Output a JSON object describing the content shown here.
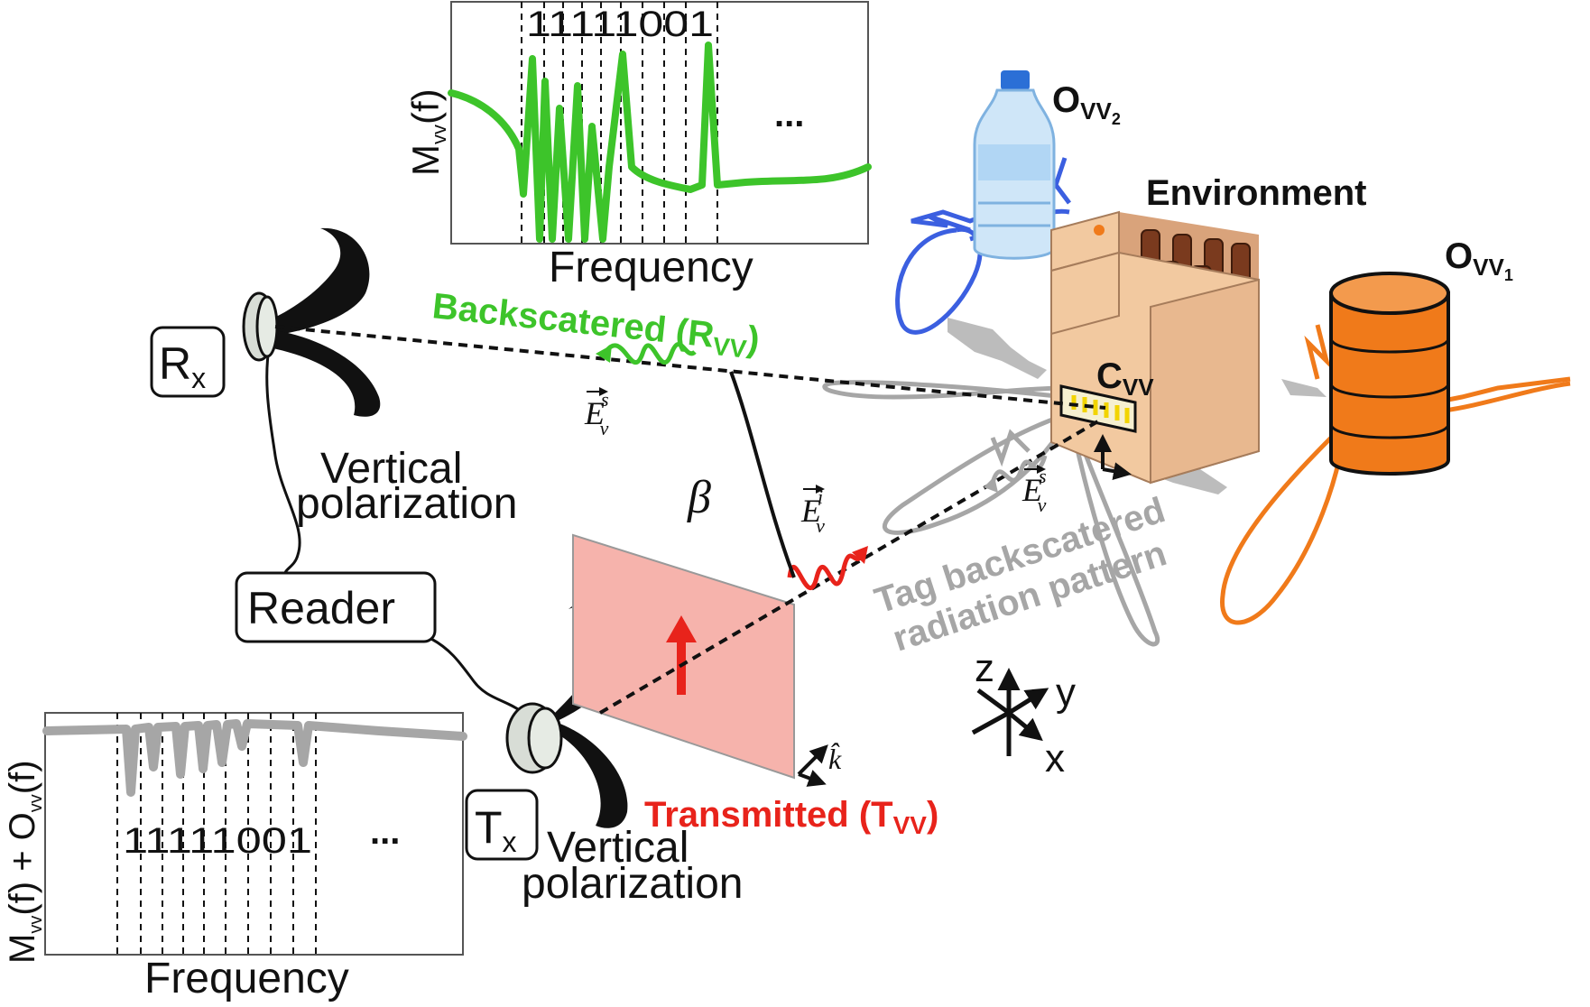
{
  "top_plot": {
    "ylabel": "M",
    "ylabel_sub": "vv",
    "ylabel_tail": "(f)",
    "xlabel": "Frequency",
    "bits": "11111001",
    "ellipsis": "..."
  },
  "bottom_plot": {
    "ylabel": "M",
    "ylabel_sub": "vv",
    "ylabel_mid": "(f) + O",
    "ylabel_sub2": "vv",
    "ylabel_tail": "(f)",
    "xlabel": "Frequency",
    "bits": "11111001",
    "ellipsis": "..."
  },
  "labels": {
    "rx_main": "R",
    "rx_sub": "x",
    "tx_main": "T",
    "tx_sub": "x",
    "reader": "Reader",
    "rx_polarization_line1": "Vertical",
    "rx_polarization_line2": "polarization",
    "tx_polarization_line1": "Vertical",
    "tx_polarization_line2": "polarization",
    "backscattered": "Backscatered (R",
    "backscattered_sub": "VV",
    "backscattered_close": ")",
    "transmitted": "Transmitted (T",
    "transmitted_sub": "VV",
    "transmitted_close": ")",
    "environment": "Environment",
    "ovv2_main": "O",
    "ovv2_sub": "VV",
    "ovv2_subsub": "2",
    "ovv1_main": "O",
    "ovv1_sub": "VV",
    "ovv1_subsub": "1",
    "cvv_main": "C",
    "cvv_sub": "VV",
    "tag_pattern_line1": "Tag backscatered",
    "tag_pattern_line2": "radiation pattern",
    "beta": "β",
    "e_sym": "E",
    "e_sub": "v",
    "e_sup_s": "s",
    "e_sup_i": "i",
    "k_hat": "k̂",
    "axis_z": "z",
    "axis_y": "y",
    "axis_x": "x"
  },
  "colors": {
    "green": "#3dc42a",
    "red": "#e8231b",
    "gray": "#a6a6a6",
    "blue": "#3b5fe0",
    "orange": "#f07a1a",
    "box_tan": "#f2c9a0",
    "plane_pink": "#f6b3ac"
  }
}
